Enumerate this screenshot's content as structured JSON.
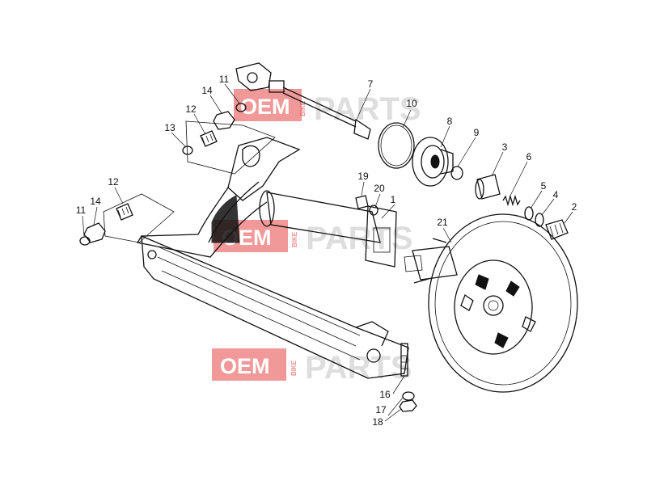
{
  "diagram": {
    "callouts": [
      "1",
      "2",
      "3",
      "4",
      "5",
      "6",
      "7",
      "8",
      "9",
      "10",
      "11",
      "12",
      "13",
      "14",
      "16",
      "17",
      "18",
      "19",
      "20",
      "21"
    ],
    "callouts_dup": [
      "11",
      "12",
      "14"
    ]
  },
  "watermark": {
    "oem": "OEM",
    "bike": "BIKE",
    "parts": "PARTS"
  }
}
